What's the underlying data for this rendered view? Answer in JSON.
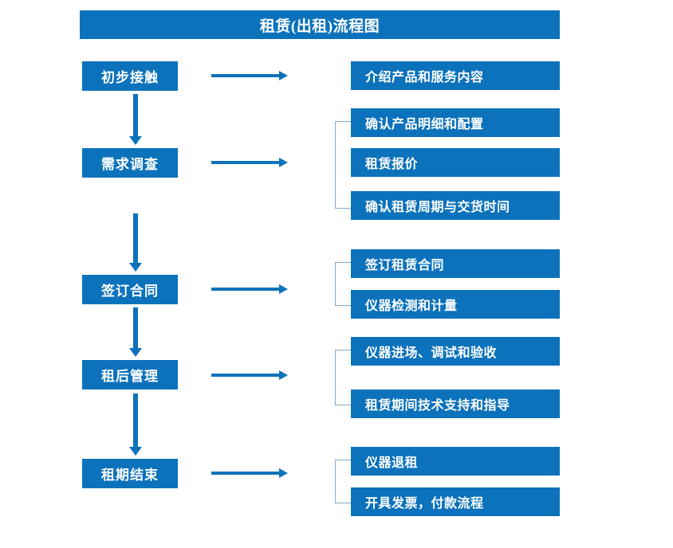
{
  "diagram": {
    "title": "租赁(出租)流程图",
    "colors": {
      "primary_blue": "#0c72bb",
      "bracket_line": "#8aa9c9",
      "text_on_blue": "#ffffff",
      "background": "#ffffff"
    },
    "stages": [
      {
        "id": "stage-1",
        "label": "初步接触"
      },
      {
        "id": "stage-2",
        "label": "需求调查"
      },
      {
        "id": "stage-3",
        "label": "签订合同"
      },
      {
        "id": "stage-4",
        "label": "租后管理"
      },
      {
        "id": "stage-5",
        "label": "租期结束"
      }
    ],
    "details": [
      {
        "id": "detail-1-1",
        "label": "介绍产品和服务内容"
      },
      {
        "id": "detail-2-1",
        "label": "确认产品明细和配置"
      },
      {
        "id": "detail-2-2",
        "label": "租赁报价"
      },
      {
        "id": "detail-2-3",
        "label": "确认租赁周期与交货时间"
      },
      {
        "id": "detail-3-1",
        "label": "签订租赁合同"
      },
      {
        "id": "detail-3-2",
        "label": "仪器检测和计量"
      },
      {
        "id": "detail-4-1",
        "label": "仪器进场、调试和验收"
      },
      {
        "id": "detail-4-2",
        "label": "租赁期间技术支持和指导"
      },
      {
        "id": "detail-5-1",
        "label": "仪器退租"
      },
      {
        "id": "detail-5-2",
        "label": "开具发票，付款流程"
      }
    ],
    "connectors": {
      "vertical_arrow_count": 4,
      "horizontal_arrow_count": 5,
      "bracket_count": 4
    }
  }
}
